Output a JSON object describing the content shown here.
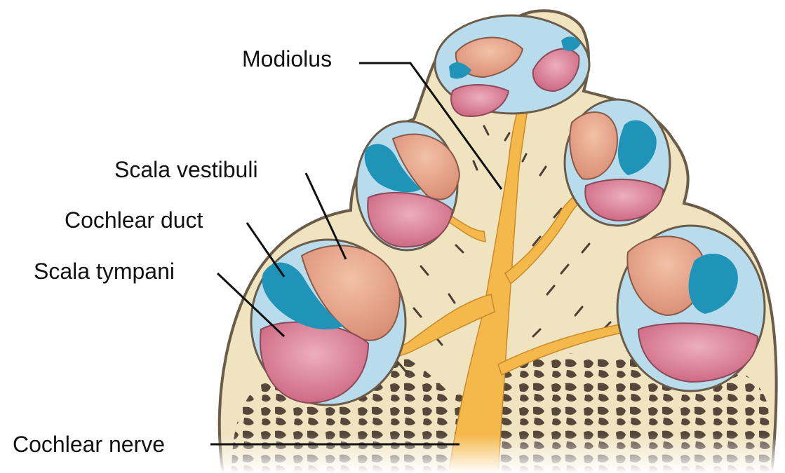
{
  "labels": {
    "modiolus": "Modiolus",
    "scala_vestibuli": "Scala vestibuli",
    "cochlear_duct": "Cochlear duct",
    "scala_tympani": "Scala tympani",
    "cochlear_nerve": "Cochlear nerve"
  },
  "colors": {
    "bone": "#efe3c0",
    "bone_outline": "#6b5c4a",
    "spongy_bone_dark": "#4e3f34",
    "fluid_blue": "#b9dcec",
    "duct_blue": "#1f93b8",
    "vestibuli_salmon": "#e8a58c",
    "tympani_pink": "#d9798f",
    "nerve": "#f5b84a"
  }
}
